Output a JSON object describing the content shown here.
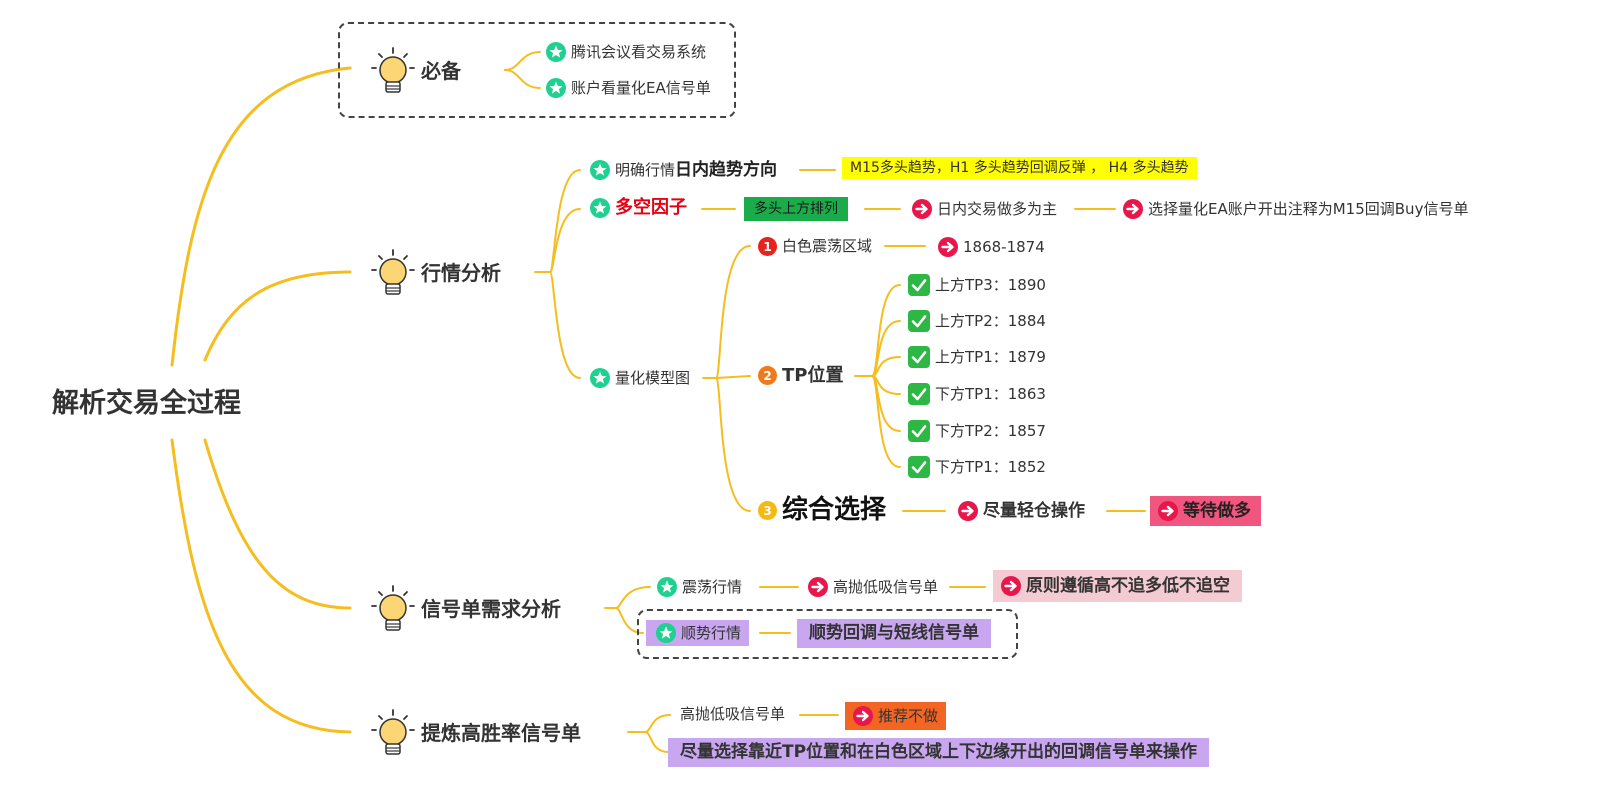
{
  "root": {
    "label": "解析交易全过程"
  },
  "branches": {
    "required": {
      "label": "必备",
      "items": [
        "腾讯会议看交易系统",
        "账户看量化EA信号单"
      ]
    },
    "market": {
      "label": "行情分析",
      "trend": {
        "prefix": "明确行情",
        "bold": "日内趋势方向",
        "note": "M15多头趋势，H1 多头趋势回调反弹 ， H4 多头趋势"
      },
      "factor": {
        "label": "多空因子",
        "tag": "多头上方排列",
        "next1": "日内交易做多为主",
        "next2": "选择量化EA账户开出注释为M15回调Buy信号单"
      },
      "model": {
        "label": "量化模型图",
        "white": {
          "num": "1",
          "label": "白色震荡区域",
          "value": "1868-1874"
        },
        "tp": {
          "num": "2",
          "label": "TP位置",
          "items": [
            "上方TP3：1890",
            "上方TP2：1884",
            "上方TP1：1879",
            "下方TP1：1863",
            "下方TP2：1857",
            "下方TP1：1852"
          ]
        },
        "combo": {
          "num": "3",
          "label": "综合选择",
          "next1": "尽量轻仓操作",
          "next2": "等待做多"
        }
      }
    },
    "signal": {
      "label": "信号单需求分析",
      "range": {
        "label": "震荡行情",
        "next1": "高抛低吸信号单",
        "next2": "原则遵循高不追多低不追空"
      },
      "trend": {
        "label": "顺势行情",
        "next1": "顺势回调与短线信号单"
      }
    },
    "refine": {
      "label": "提炼高胜率信号单",
      "item1": "高抛低吸信号单",
      "rec": "推荐不做",
      "item2": "尽量选择靠近TP位置和在白色区域上下边缘开出的回调信号单来操作"
    }
  },
  "colors": {
    "line": "#f5bd1e",
    "yellow": "#ffff00",
    "green_tag": "#1aab4b",
    "red_text": "#e60012",
    "pink": "#f4cbd2",
    "hotpink": "#f0567e",
    "purple": "#c8a7f0",
    "orange": "#f26522",
    "star": "#1fd190",
    "arrow": "#e8174b",
    "check": "#2db744"
  },
  "icons": [
    "lightbulb-icon",
    "star-badge-icon",
    "arrow-right-circle-icon",
    "checkmark-icon",
    "number-badge-icon"
  ]
}
